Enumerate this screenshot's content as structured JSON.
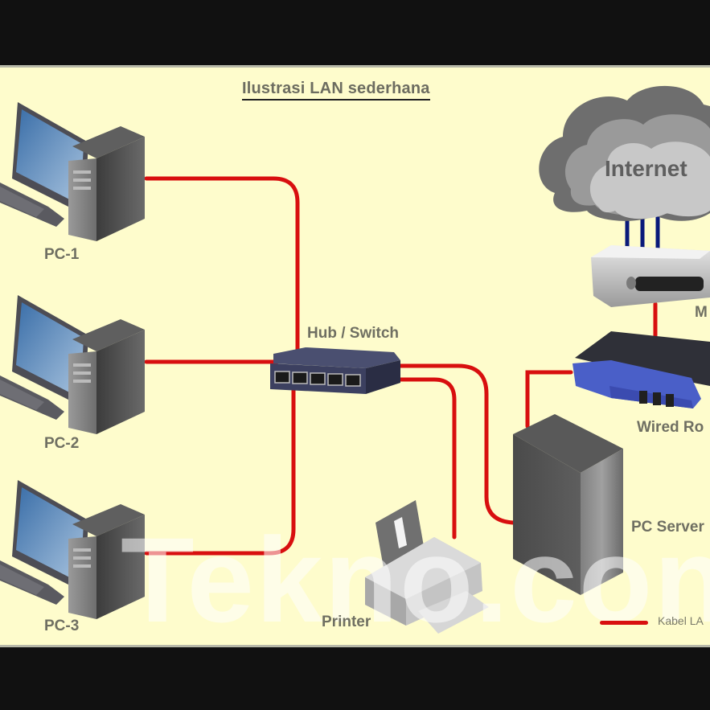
{
  "title": "Ilustrasi LAN sederhana",
  "watermark": "Tekno.con",
  "nodes": {
    "pc1": "PC-1",
    "pc2": "PC-2",
    "pc3": "PC-3",
    "hub": "Hub / Switch",
    "printer": "Printer",
    "server": "PC Server",
    "router": "Wired Ro",
    "modem": "M",
    "internet": "Internet"
  },
  "legend": {
    "label": "Kabel LA",
    "color": "#d80f0f"
  },
  "colors": {
    "background": "#fefccc",
    "cable_lan": "#d80f0f",
    "cable_wan": "#0a1a7a",
    "router_blue": "#4a5fc8"
  },
  "connections": [
    {
      "from": "PC-1",
      "to": "Hub / Switch",
      "type": "LAN"
    },
    {
      "from": "PC-2",
      "to": "Hub / Switch",
      "type": "LAN"
    },
    {
      "from": "PC-3",
      "to": "Hub / Switch",
      "type": "LAN"
    },
    {
      "from": "Hub / Switch",
      "to": "Printer",
      "type": "LAN"
    },
    {
      "from": "Hub / Switch",
      "to": "PC Server",
      "type": "LAN"
    },
    {
      "from": "Wired Router",
      "to": "PC Server",
      "type": "LAN"
    },
    {
      "from": "Modem",
      "to": "Wired Router",
      "type": "LAN"
    },
    {
      "from": "Internet",
      "to": "Modem",
      "type": "WAN"
    }
  ]
}
